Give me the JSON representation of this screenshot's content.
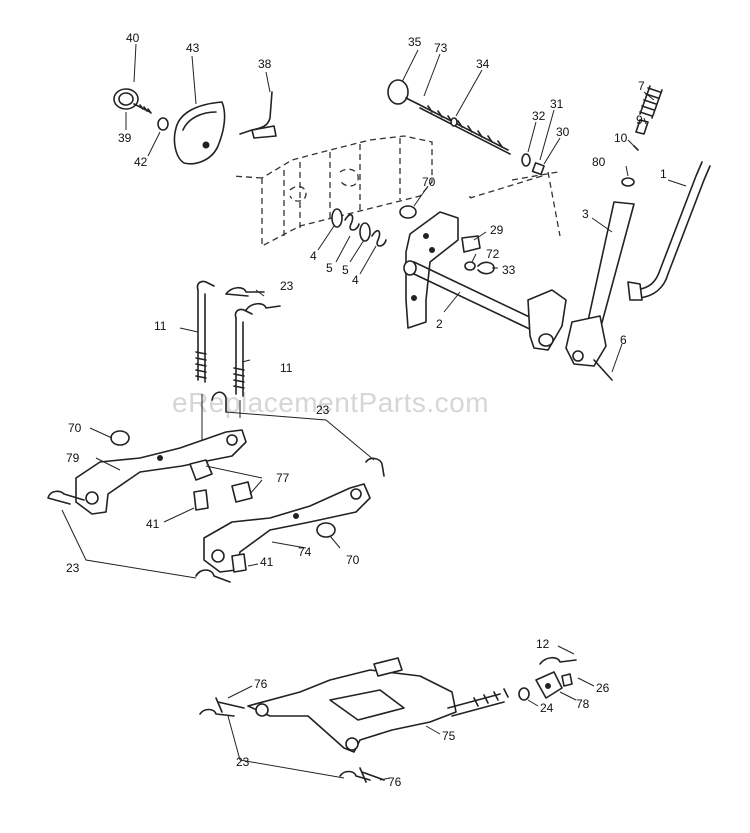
{
  "watermark": "eReplacementParts.com",
  "callouts": {
    "c40": "40",
    "c43": "43",
    "c38": "38",
    "c39": "39",
    "c42": "42",
    "c35": "35",
    "c73": "73",
    "c34": "34",
    "c32": "32",
    "c31": "31",
    "c30": "30",
    "c7": "7",
    "c9": "9",
    "c10": "10",
    "c80": "80",
    "c1": "1",
    "c3": "3",
    "c70a": "70",
    "c29": "29",
    "c72": "72",
    "c33": "33",
    "c4a": "4",
    "c5a": "5",
    "c5b": "5",
    "c4b": "4",
    "c2": "2",
    "c6": "6",
    "c23a": "23",
    "c11a": "11",
    "c11b": "11",
    "c23b": "23",
    "c70b": "70",
    "c79": "79",
    "c77": "77",
    "c41a": "41",
    "c23c": "23",
    "c74": "74",
    "c70c": "70",
    "c41b": "41",
    "c12": "12",
    "c26": "26",
    "c76a": "76",
    "c78": "78",
    "c24": "24",
    "c75": "75",
    "c23d": "23",
    "c76b": "76"
  }
}
